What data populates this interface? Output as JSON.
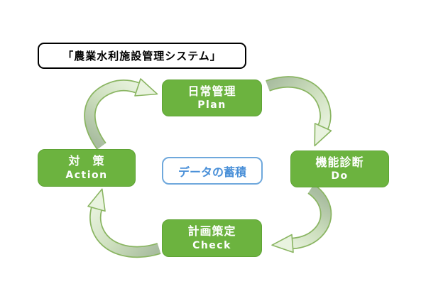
{
  "title": "「農業水利施設管理システム」",
  "center": {
    "label": "データの蓄積"
  },
  "cycle": {
    "plan": {
      "jp": "日常管理",
      "en": "Plan"
    },
    "do": {
      "jp": "機能診断",
      "en": "Do"
    },
    "check": {
      "jp": "計画策定",
      "en": "Check"
    },
    "action": {
      "jp": "対　策",
      "en": "Action"
    }
  },
  "colors": {
    "background": "#FFFFFF",
    "box-green": "#6CB33F",
    "box-green-border": "#5EA334",
    "box-text": "#FFFFFF",
    "arrow-outline": "#8AB562",
    "arrow-tail": "#A9BDA0",
    "arrow-mid": "#CDDFBE",
    "arrow-head": "#E9F3DF",
    "center-border": "#6FA8DC",
    "center-text": "#4A90D8",
    "title-border": "#000000",
    "title-text": "#000000"
  }
}
